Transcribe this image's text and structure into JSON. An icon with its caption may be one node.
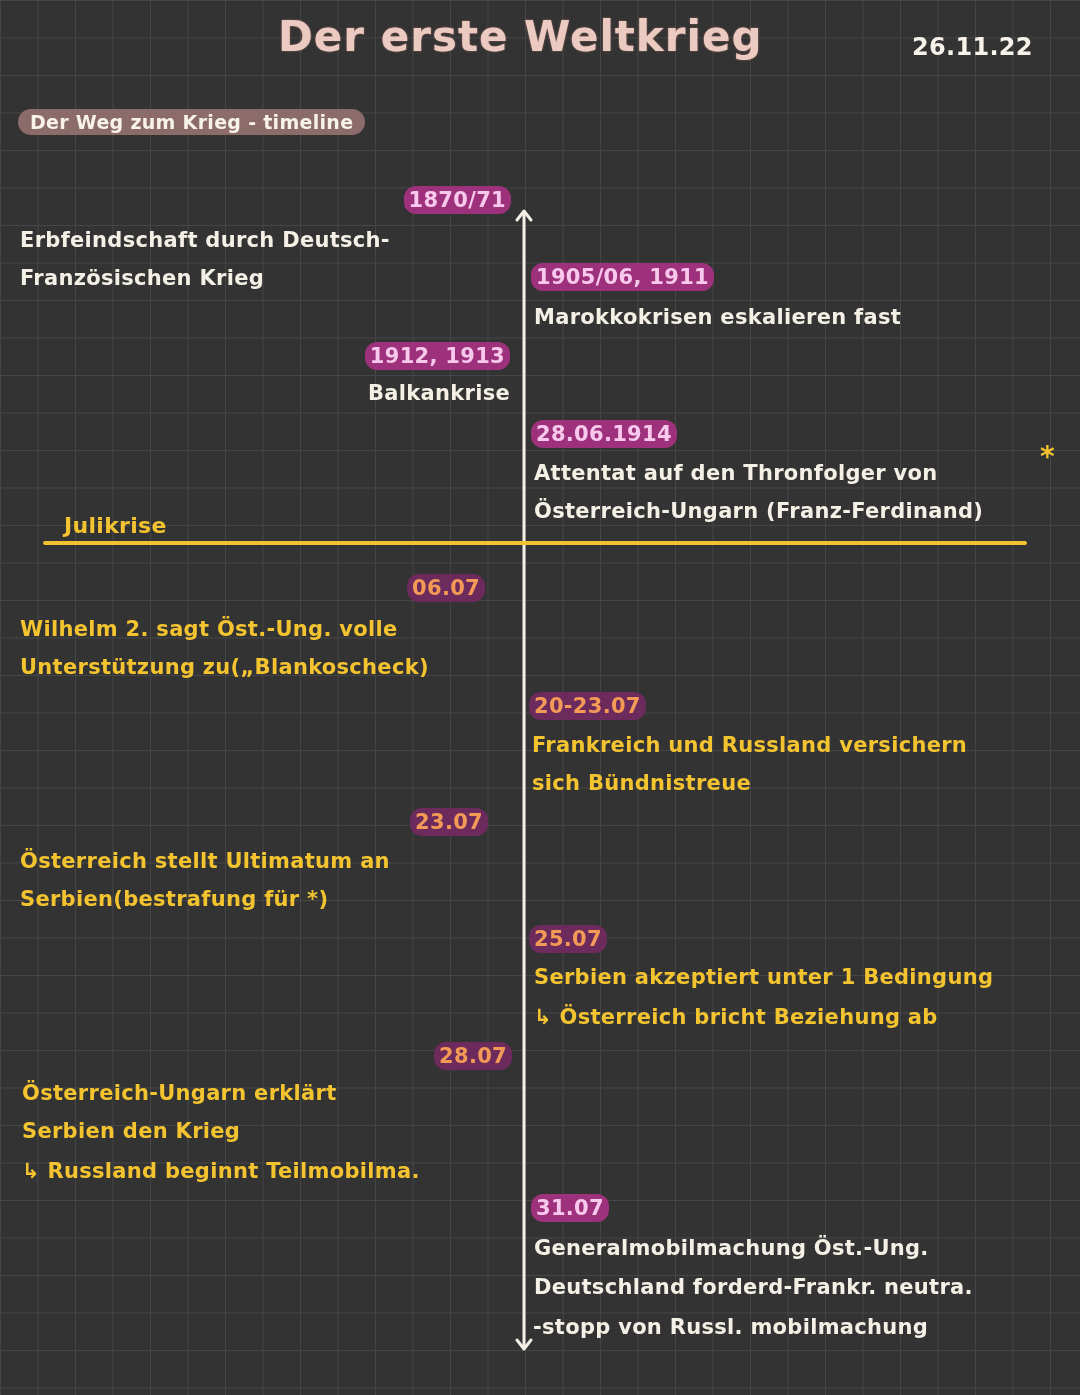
{
  "diagram": {
    "title": "Der erste Weltkrieg",
    "labels": [
      "26.11.22",
      "Der Weg zum Krieg - timeline",
      "1870/71",
      "Erbfeindschaft durch Deutsch-Französischen Krieg",
      "1905/06, 1911",
      "Marokkokrisen eskalieren fast",
      "1912, 1913",
      "Balkankrise",
      "28.06.1914",
      "Attentat auf den Thronfolger von Österreich-Ungarn (Franz-Ferdinand)",
      "*",
      "Julikrise",
      "06.07",
      "Wilhelm 2. sagt Öst.-Ung. volle Unterstützung zu(„Blankoscheck)",
      "20-23.07",
      "Frankreich und Russland versichern sich Bündnistreue",
      "23.07",
      "Österreich stellt Ultimatum an Serbien(bestrafung für *)",
      "25.07",
      "Serbien akzeptiert unter 1 Bedingung",
      "↳ Österreich bricht Beziehung ab",
      "28.07",
      "Österreich-Ungarn erklärt Serbien den Krieg",
      "↳ Russland beginnt Teilmobilma.",
      "31.07",
      "Generalmobilmachung Öst.-Ung.",
      "Deutschland forderd-Frankr. neutra.",
      "-stopp von Russl. mobilmachung"
    ]
  }
}
